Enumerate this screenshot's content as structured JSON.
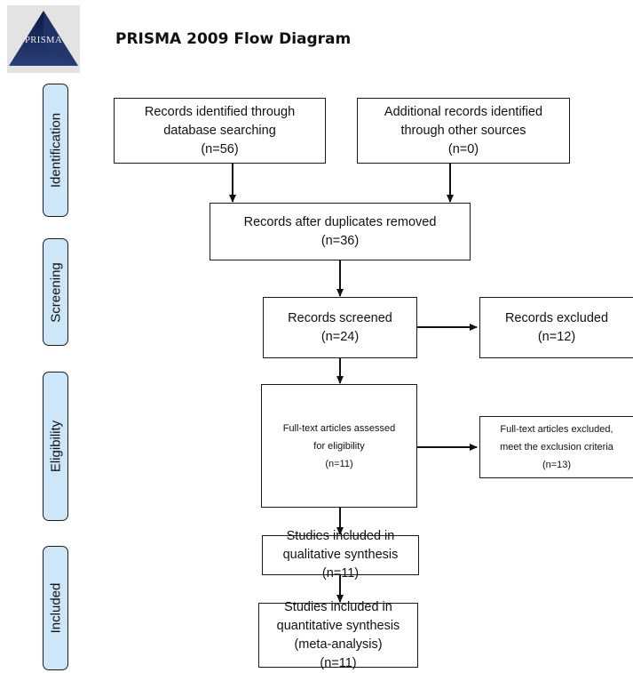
{
  "logo": {
    "text": "PRISMA"
  },
  "title": "PRISMA 2009 Flow Diagram",
  "phases": {
    "identification": "Identification",
    "screening": "Screening",
    "eligibility": "Eligibility",
    "included": "Included"
  },
  "boxes": {
    "db_search": {
      "line1": "Records identified through",
      "line2": "database searching",
      "count": "(n=56)"
    },
    "other_sources": {
      "line1": "Additional records identified",
      "line2": "through other sources",
      "count": "(n=0)"
    },
    "duplicates_removed": {
      "line1": "Records after duplicates removed",
      "count": "(n=36)"
    },
    "screened": {
      "line1": "Records screened",
      "count": "(n=24)"
    },
    "excluded": {
      "line1": "Records excluded",
      "count": "(n=12)"
    },
    "fulltext_assessed": {
      "line1": "Full-text articles assessed",
      "line2": "for eligibility",
      "count": "(n=11)"
    },
    "fulltext_excluded": {
      "line1": "Full-text articles excluded,",
      "line2": "meet the exclusion criteria",
      "count": "(n=13)"
    },
    "qualitative": {
      "line1": "Studies included in",
      "line2": "qualitative synthesis",
      "count": "(n=11)"
    },
    "quantitative": {
      "line1": "Studies included in",
      "line2": "quantitative synthesis",
      "line3": "(meta-analysis)",
      "count": "(n=11)"
    }
  },
  "colors": {
    "phase_fill": "#cde7f8",
    "line": "#111111",
    "logo_dark": "#0f1f4a"
  }
}
